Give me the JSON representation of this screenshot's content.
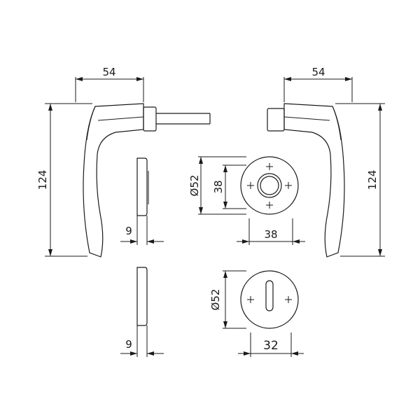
{
  "drawing": {
    "left_handle": {
      "width_dim": "54",
      "height_dim": "124"
    },
    "right_handle": {
      "width_dim": "54",
      "height_dim": "124"
    },
    "rose_side": {
      "thickness_dim": "9"
    },
    "escutcheon_side": {
      "thickness_dim": "9"
    },
    "rose": {
      "diameter_dim": "Ø52",
      "inner_dim": "38",
      "screw_spacing_dim": "38"
    },
    "escutcheon": {
      "diameter_dim": "Ø52",
      "screw_spacing_dim": "32"
    }
  }
}
